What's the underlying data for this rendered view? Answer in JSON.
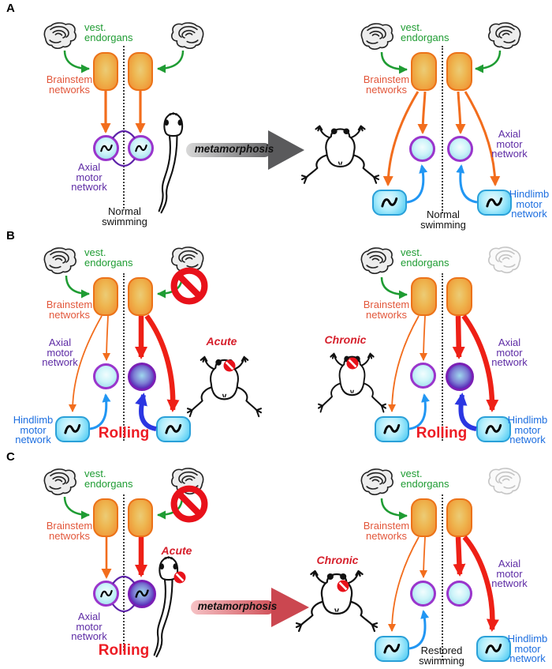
{
  "figure_labels": {
    "panel_a": "A",
    "panel_b": "B",
    "panel_c": "C"
  },
  "labels": {
    "vest_endorgans": [
      "vest.",
      "endorgans"
    ],
    "brainstem_networks": [
      "Brainstem",
      "networks"
    ],
    "axial_motor_network": [
      "Axial",
      "motor",
      "network"
    ],
    "hindlimb_motor_network": [
      "Hindlimb",
      "motor",
      "network"
    ],
    "normal_swimming": [
      "Normal",
      "swimming"
    ],
    "restored_swimming": [
      "Restored",
      "swimming"
    ],
    "rolling": "Rolling",
    "acute": "Acute",
    "chronic": "Chronic",
    "metamorphosis": "metamorphosis"
  },
  "colors": {
    "green_vestibular": "#1f9c33",
    "brainstem_box_orange": "#ec7218",
    "brainstem_text": "#e2573b",
    "purple_axial_text": "#5e2ca5",
    "blue_hindlimb_text": "#1e6fe0",
    "blue_arrow_light": "#2196f3",
    "blue_arrow_dark": "#2b36e2",
    "orange_arrow": "#f26d1d",
    "red_arrow": "#ee2016",
    "red_prohibition": "#e8111a",
    "red_rolling": "#ed1c24",
    "cyan_limb_box": "#3ec3f2",
    "purple_node_ring": "#9a35cc",
    "gray_metamorphosis": "#636365",
    "pink_metamorphosis": "#cb4750"
  }
}
